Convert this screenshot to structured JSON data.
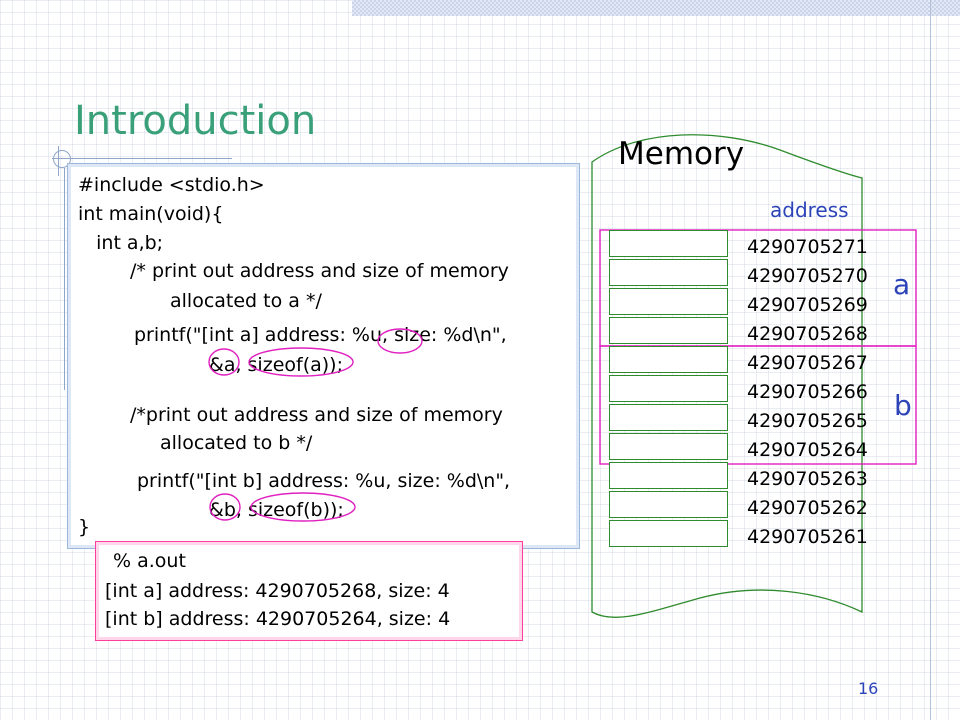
{
  "slide": {
    "title": "Introduction",
    "number": "16"
  },
  "code": {
    "lines": [
      "#include <stdio.h>",
      "int main(void){",
      "   int a,b;",
      "/* print out address and size of memory",
      "allocated to a */",
      "printf(\"[int a] address: %u, size: %d\\n\",",
      "&a, sizeof(a));",
      "/*print out address and size of memory",
      "allocated to b */",
      "printf(\"[int b] address: %u, size: %d\\n\",",
      "&b, sizeof(b));",
      "}"
    ]
  },
  "output": {
    "lines": [
      "% a.out",
      "[int a] address: 4290705268, size: 4",
      "[int b] address: 4290705264, size: 4"
    ]
  },
  "memory": {
    "title": "Memory",
    "address_label": "address",
    "addresses": [
      "4290705271",
      "4290705270",
      "4290705269",
      "4290705268",
      "4290705267",
      "4290705266",
      "4290705265",
      "4290705264",
      "4290705263",
      "4290705262",
      "4290705261"
    ],
    "label_a": "a",
    "label_b": "b"
  },
  "colors": {
    "title": "#3aa07a",
    "accent_blue": "#2c44b8",
    "highlight_magenta": "#e020c0",
    "memory_green": "#2e8b2e"
  }
}
